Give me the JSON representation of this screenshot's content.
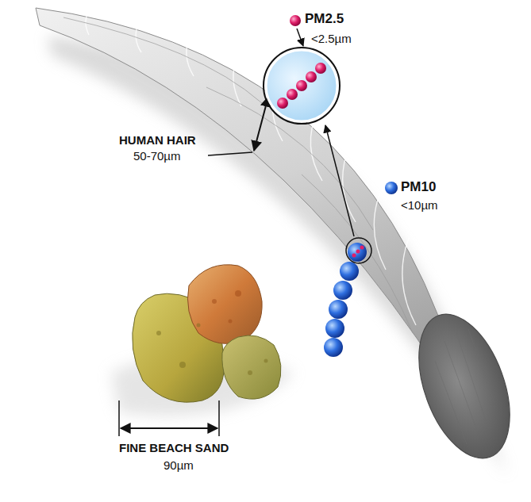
{
  "diagram": {
    "labels": [
      "HUMAN HAIR",
      "50-70µm",
      "PM2.5",
      "<2.5µm",
      "PM10",
      "<10µm",
      "FINE BEACH SAND",
      "90µm"
    ]
  }
}
